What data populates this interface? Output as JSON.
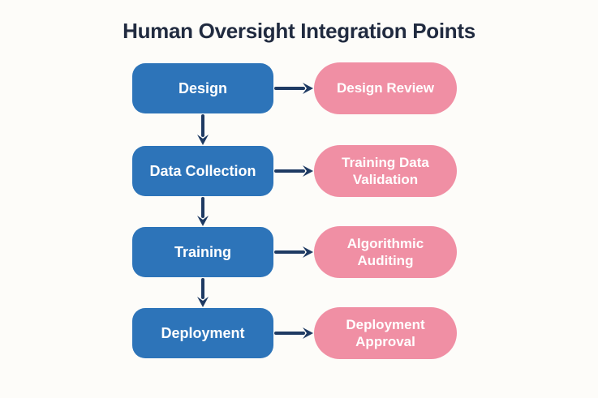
{
  "title": "Human Oversight Integration Points",
  "colors": {
    "background": "#fdfcf9",
    "stage_fill": "#2d74b9",
    "oversight_fill": "#f08fa4",
    "arrow": "#1e3a63",
    "title_text": "#212b40",
    "box_text": "#ffffff"
  },
  "flow": {
    "rows": [
      {
        "stage": "Design",
        "oversight": "Design Review"
      },
      {
        "stage": "Data Collection",
        "oversight": "Training Data Validation"
      },
      {
        "stage": "Training",
        "oversight": "Algorithmic Auditing"
      },
      {
        "stage": "Deployment",
        "oversight": "Deployment Approval"
      }
    ]
  }
}
